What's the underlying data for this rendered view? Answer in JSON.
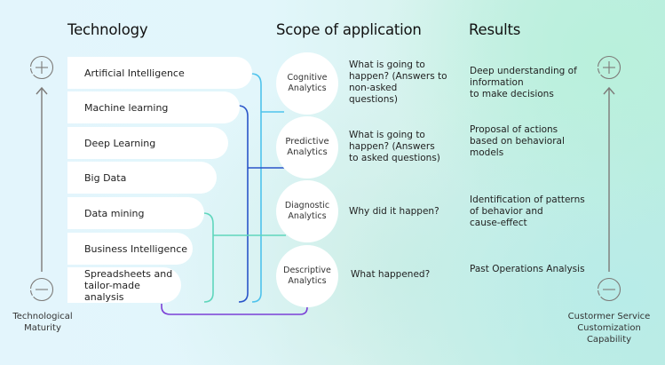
{
  "headings": {
    "technology": "Technology",
    "scope": "Scope of application",
    "results": "Results"
  },
  "technologies": [
    {
      "label": "Artificial Intelligence"
    },
    {
      "label": "Machine learning"
    },
    {
      "label": "Deep Learning"
    },
    {
      "label": "Big Data"
    },
    {
      "label": "Data mining"
    },
    {
      "label": "Business Intelligence"
    },
    {
      "label": "Spreadsheets and tailor-made analysis"
    }
  ],
  "scopes": [
    {
      "line1": "Cognitive",
      "line2": "Analytics",
      "question": "What is going to happen? (Answers to non-asked questions)"
    },
    {
      "line1": "Predictive",
      "line2": "Analytics",
      "question": "What is going to happen? (Answers to asked questions)"
    },
    {
      "line1": "Diagnostic",
      "line2": "Analytics",
      "question": "Why did it happen?"
    },
    {
      "line1": "Descriptive",
      "line2": "Analytics",
      "question": "What happened?"
    }
  ],
  "results": [
    {
      "line1": "Deep understanding of",
      "line2": "information",
      "line3": "to make decisions"
    },
    {
      "line1": "Proposal of actions",
      "line2": "based on behavioral",
      "line3": "models"
    },
    {
      "line1": "Identification of patterns",
      "line2": "of behavior and",
      "line3": "cause-effect"
    },
    {
      "line1": "Past Operations Analysis"
    }
  ],
  "left_axis": {
    "top_icon": "plus-circle-icon",
    "bottom_icon": "minus-circle-icon",
    "label_line1": "Technological",
    "label_line2": "Maturity"
  },
  "right_axis": {
    "top_icon": "plus-circle-icon",
    "bottom_icon": "minus-circle-icon",
    "label_line1": "Custormer Service",
    "label_line2": "Customization",
    "label_line3": "Capability"
  },
  "colors": {
    "cognitive_connector": "#4fc3ec",
    "predictive_connector": "#2a55c9",
    "diagnostic_connector": "#5fd6bc",
    "descriptive_connector": "#7b3fd6",
    "axis": "#7d7a78"
  }
}
